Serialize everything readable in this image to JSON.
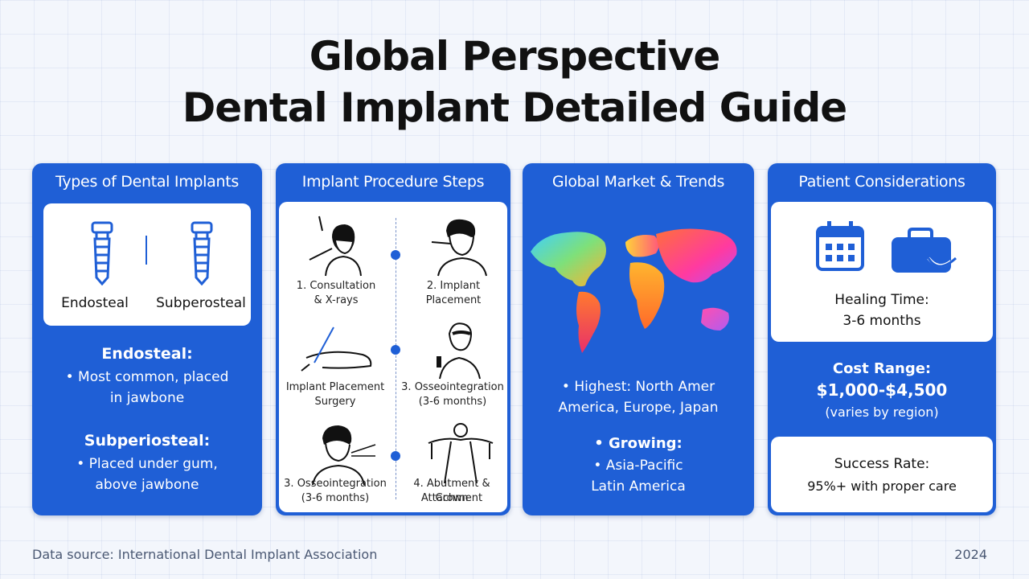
{
  "header": {
    "title_line1": "Global Perspective",
    "title_line2": "Dental Implant Detailed Guide"
  },
  "panels": {
    "types": {
      "title": "Types of Dental Implants",
      "endosteal_label": "Endosteal",
      "subperiosteal_label": "Subperosteal",
      "endosteal_head": "Endosteal:",
      "endosteal_desc_1": "• Most common, placed",
      "endosteal_desc_2": "in jawbone",
      "subperiosteal_head": "Subperiosteal:",
      "subperiosteal_desc_1": "• Placed under gum,",
      "subperiosteal_desc_2": "above jawbone"
    },
    "procedure": {
      "title": "Implant Procedure Steps",
      "steps": [
        {
          "line1": "1. Consultation",
          "line2": "& X-rays"
        },
        {
          "line1": "2. Implant",
          "line2": "Placement"
        },
        {
          "line1": "Implant Placement",
          "line2": "Surgery"
        },
        {
          "line1": "3. Osseointegration",
          "line2": "(3-6 months)"
        },
        {
          "line1": "3. Osseointegration",
          "line2": "(3-6 months)"
        },
        {
          "line1": "4. Abutment & Crown",
          "line2": "Attachment"
        }
      ]
    },
    "market": {
      "title": "Global Market & Trends",
      "highest_1": "• Highest: North Amer",
      "highest_2": "America, Europe, Japan",
      "growing_head": "• Growing:",
      "growing_1": "• Asia-Pacific",
      "growing_2": "Latin America"
    },
    "patient": {
      "title": "Patient Considerations",
      "healing_label": "Healing Time:",
      "healing_value": "3-6 months",
      "cost_label": "Cost Range:",
      "cost_value": "$1,000-$4,500",
      "cost_note": "(varies by region)",
      "success_label": "Success Rate:",
      "success_value": "95%+ with proper care"
    }
  },
  "footer": {
    "source": "Data source: International Dental Implant Association",
    "year": "2024"
  },
  "colors": {
    "panel_blue": "#1f5fd6",
    "background": "#f3f6fc"
  },
  "icons": [
    "implant-screw-icon",
    "calendar-icon",
    "wallet-icon",
    "world-map-icon"
  ]
}
